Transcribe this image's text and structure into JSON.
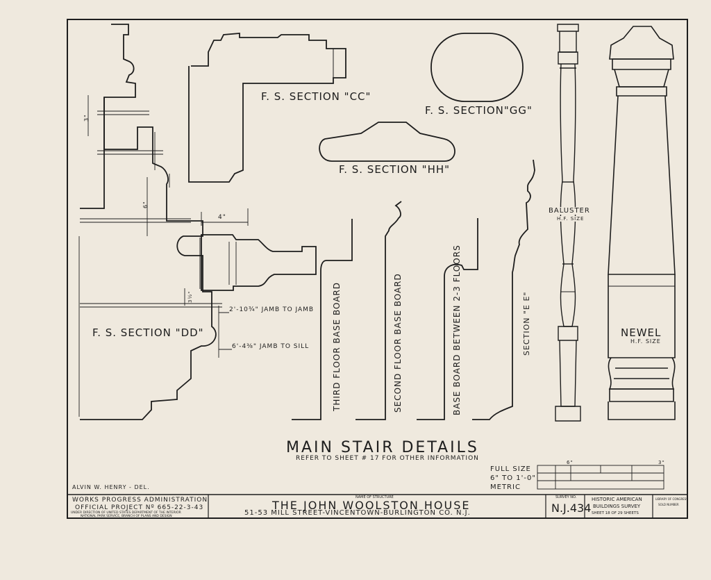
{
  "sections": {
    "cc": "F. S. SECTION \"CC\"",
    "gg": "F. S. SECTION\"GG\"",
    "hh": "F. S. SECTION \"HH\"",
    "dd": "F. S. SECTION \"DD\"",
    "ee": "SECTION \"E E\""
  },
  "baseboards": {
    "third": "THIRD FLOOR BASE BOARD",
    "second": "SECOND FLOOR BASE BOARD",
    "between": "BASE BOARD BETWEEN 2-3 FLOORS"
  },
  "baluster": {
    "label": "BALUSTER",
    "size": "H.F. SIZE"
  },
  "newel": {
    "label": "NEWEL",
    "size": "H.F. SIZE"
  },
  "dims": {
    "four": "4\"",
    "jamb_to_jamb": "2'-10¾\" JAMB TO JAMB",
    "jamb_to_sill": "6'-4⅜\" JAMB TO SILL",
    "three": "3\"",
    "six": "6\"",
    "three_half": "3½\""
  },
  "title": {
    "main": "MAIN STAIR DETAILS",
    "refer": "REFER TO SHEET # 17 FOR OTHER INFORMATION"
  },
  "scale": {
    "full": "FULL SIZE",
    "half": "6\" TO 1'-0\"",
    "metric": "METRIC",
    "mark_a": "6\"",
    "mark_b": "3\""
  },
  "delineator": "ALVIN W. HENRY - DEL.",
  "title_block": {
    "wpa": "WORKS PROGRESS ADMINISTRATION",
    "project": "OFFICIAL PROJECT Nº 665-22-3-43",
    "under1": "UNDER DIRECTION OF UNITED STATES DEPARTMENT OF THE INTERIOR",
    "under2": "NATIONAL PARK SERVICE, BRANCH OF PLANS AND DESIGN",
    "name_caption": "NAME OF STRUCTURE",
    "structure": "THE JOHN WOOLSTON HOUSE",
    "address": "51-53 MILL STREET-VINCENTOWN-BURLINGTON CO. N.J.",
    "survey_caption": "SURVEY NO.",
    "survey_no": "N.J.434",
    "habs1": "HISTORIC AMERICAN",
    "habs2": "BUILDINGS SURVEY",
    "sheet": "SHEET 18 OF 29 SHEETS",
    "lib1": "LIBRARY OF CONGRESS",
    "lib2": "SOLD NUMBER"
  }
}
